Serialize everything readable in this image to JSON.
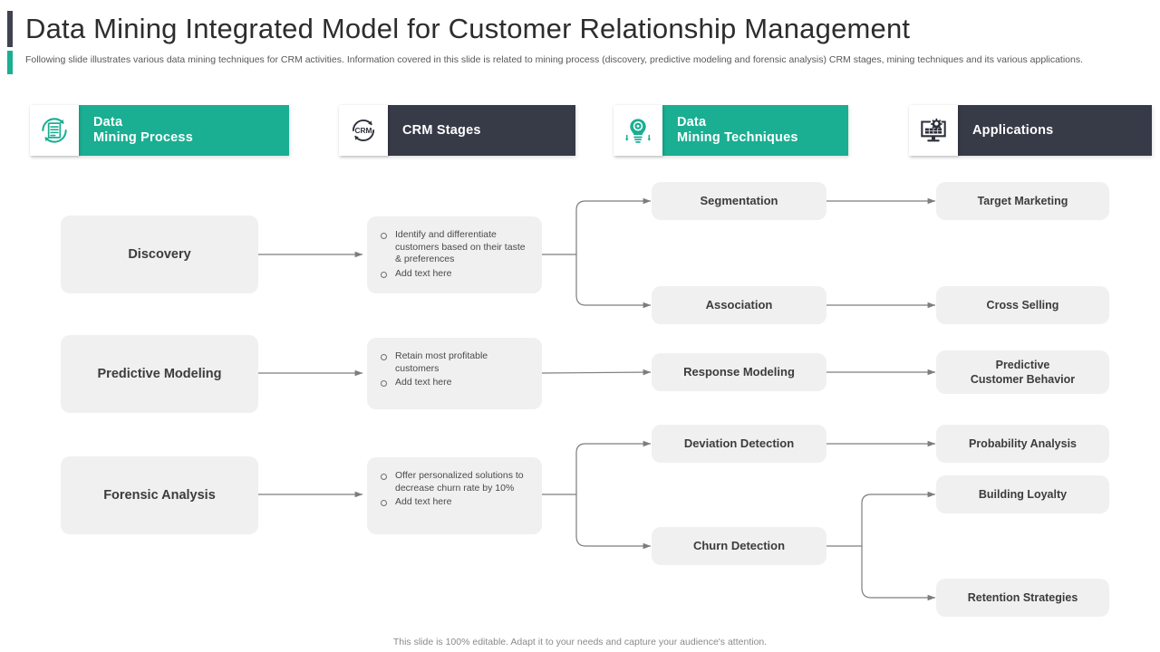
{
  "title": "Data Mining Integrated Model for Customer Relationship Management",
  "subtitle": "Following slide illustrates various data mining techniques for CRM activities. Information covered in this slide is related to mining process (discovery, predictive modeling and forensic analysis) CRM stages, mining techniques and its various applications.",
  "footer": "This slide is 100% editable. Adapt it to your needs and capture your audience's attention.",
  "colors": {
    "teal": "#1aae92",
    "dark": "#373a47",
    "node_bg": "#f0f0f0",
    "text": "#3c3c3c",
    "wire": "#7d7d7d"
  },
  "headers": [
    {
      "label": "Data\nMining Process",
      "line1": "Data",
      "line2": "Mining Process",
      "style": "teal",
      "icon": "document-refresh-icon"
    },
    {
      "label": "CRM  Stages",
      "line1": "CRM  Stages",
      "line2": "",
      "style": "dark",
      "icon": "crm-cycle-icon"
    },
    {
      "label": "Data\nMining Techniques",
      "line1": "Data",
      "line2": "Mining Techniques",
      "style": "teal",
      "icon": "lightbulb-gear-icon"
    },
    {
      "label": "Applications",
      "line1": "Applications",
      "line2": "",
      "style": "dark",
      "icon": "monitor-gear-icon"
    }
  ],
  "process": [
    {
      "label": "Discovery"
    },
    {
      "label": "Predictive Modeling"
    },
    {
      "label": "Forensic  Analysis"
    }
  ],
  "stages": [
    {
      "bullets": [
        "Identify and differentiate customers based on their taste & preferences",
        "Add text here"
      ]
    },
    {
      "bullets": [
        "Retain most profitable customers",
        "Add text here"
      ]
    },
    {
      "bullets": [
        "Offer personalized solutions to decrease churn rate by 10%",
        "Add text here"
      ]
    }
  ],
  "techniques": [
    {
      "label": "Segmentation"
    },
    {
      "label": "Association"
    },
    {
      "label": "Response Modeling"
    },
    {
      "label": "Deviation Detection"
    },
    {
      "label": "Churn Detection"
    }
  ],
  "applications": [
    {
      "line1": "Target Marketing",
      "line2": ""
    },
    {
      "line1": "Cross Selling",
      "line2": ""
    },
    {
      "line1": "Predictive",
      "line2": "Customer Behavior"
    },
    {
      "line1": "Probability Analysis",
      "line2": ""
    },
    {
      "line1": "Building Loyalty",
      "line2": ""
    },
    {
      "line1": "Retention Strategies",
      "line2": ""
    }
  ]
}
